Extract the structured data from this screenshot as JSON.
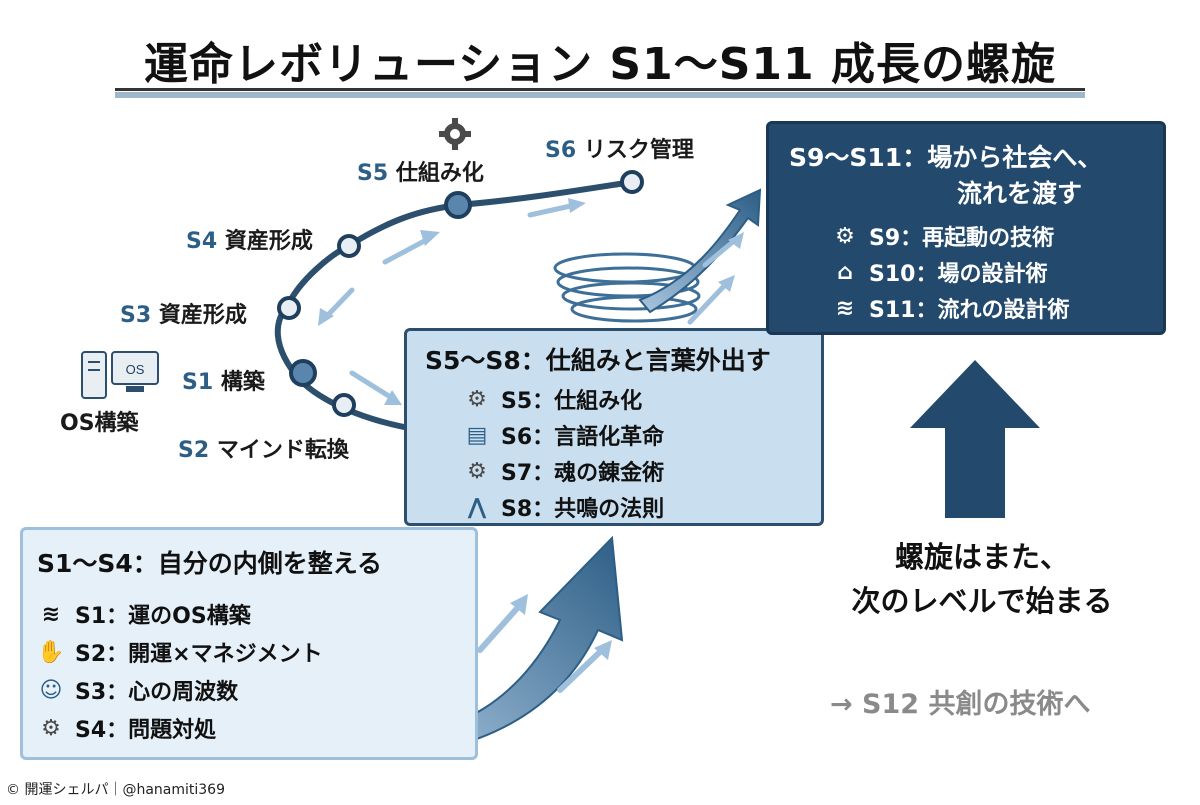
{
  "title": "運命レボリューション S1〜S11 成長の螺旋",
  "spiral": {
    "s1": {
      "code": "S1",
      "label": "構築"
    },
    "s2": {
      "code": "S2",
      "label": "マインド転換"
    },
    "s3": {
      "code": "S3",
      "label": "資産形成"
    },
    "s4": {
      "code": "S4",
      "label": "資産形成"
    },
    "s5": {
      "code": "S5",
      "label": "仕組み化"
    },
    "s6": {
      "code": "S6",
      "label": "リスク管理"
    },
    "os_label": "OS構築",
    "os_screen_text": "OS"
  },
  "box_s1": {
    "title": "S1〜S4：自分の内側を整える",
    "items": [
      {
        "icon": "wind-gear-icon",
        "text": "S1：運のOS構築"
      },
      {
        "icon": "hand-sprout-icon",
        "text": "S2：開運×マネジメント"
      },
      {
        "icon": "head-icon",
        "text": "S3：心の周波数"
      },
      {
        "icon": "gear-icon",
        "text": "S4：問題対処"
      }
    ]
  },
  "box_s5": {
    "title": "S5〜S8：仕組みと言葉外出す",
    "items": [
      {
        "icon": "gear-icon",
        "text": "S5：仕組み化"
      },
      {
        "icon": "speech-bubble-icon",
        "text": "S6：言語化革命"
      },
      {
        "icon": "gear-icon",
        "text": "S7：魂の錬金術"
      },
      {
        "icon": "praying-hands-icon",
        "text": "S8：共鳴の法則"
      }
    ]
  },
  "box_s9": {
    "title_line1": "S9〜S11：場から社会へ、",
    "title_line2": "流れを渡す",
    "items": [
      {
        "icon": "gear-icon",
        "text": "S9：再起動の技術"
      },
      {
        "icon": "building-icon",
        "text": "S10：場の設計術"
      },
      {
        "icon": "wind-gear-icon",
        "text": "S11：流れの設計術"
      }
    ]
  },
  "closing": {
    "line1": "螺旋はまた、",
    "line2": "次のレベルで始まる"
  },
  "next": "→ S12 共創の技術へ",
  "credit": "© 開運シェルパ｜@hanamiti369",
  "colors": {
    "navy": "#234a6d",
    "steel": "#2d5e86",
    "light_box": "#e6f0f8",
    "mid_box": "#c9dff0",
    "arrow_light": "#9fc0dc"
  }
}
